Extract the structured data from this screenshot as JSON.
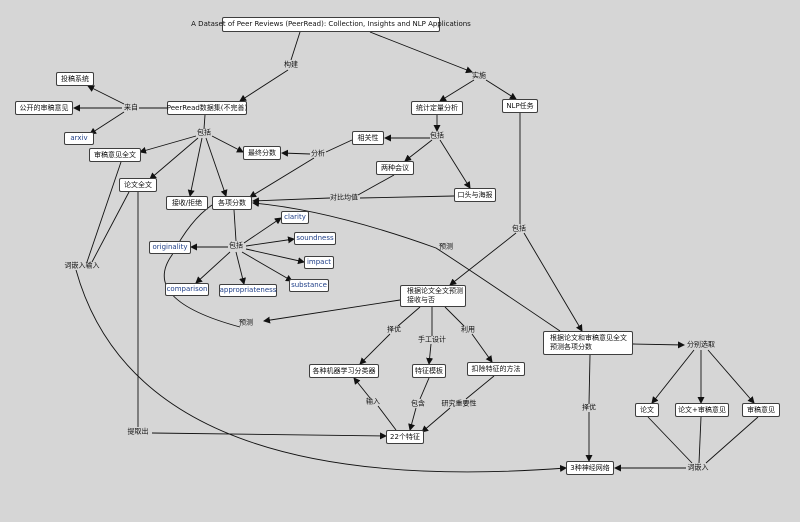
{
  "nodes": {
    "title": "A Dataset of Peer Reviews (PeerRead): Collection, Insights and NLP Applications",
    "peerread": "PeerRead数据集(不完善)",
    "submission_system": "投稿系统",
    "public_reviews": "公开的审稿意见",
    "arxiv": "arxiv",
    "review_fulltext": "审稿意见全文",
    "paper_fulltext": "论文全文",
    "accept_reject": "接收/拒绝",
    "aspect_scores": "各项分数",
    "final_score": "最终分数",
    "stat_analysis": "统计定量分析",
    "nlp_tasks": "NLP任务",
    "correlation": "相关性",
    "two_conferences": "两种会议",
    "oral_poster": "口头与海报",
    "clarity": "clarity",
    "soundness": "soundness",
    "impact": "impact",
    "substance": "substance",
    "originality": "originality",
    "comparison": "comparison",
    "appropriateness": "appropriateness",
    "predict_accept": "根据论文全文预测\n接收与否",
    "predict_aspects": "根据论文和审稿意见全文\n预测各项分数",
    "ml_classifiers": "各种机器学习分类器",
    "feature_templates": "特征模板",
    "ablation": "扣除特征的方法",
    "features22": "22个特征",
    "paper": "论文",
    "paper_review": "论文+审稿意见",
    "review": "审稿意见",
    "nn3": "3种神经网络"
  },
  "labels": {
    "build": "构建",
    "implement": "实施",
    "source": "来自",
    "include1": "包括",
    "analysis": "分析",
    "include2": "包括",
    "contrast": "对比均值",
    "include3": "包括",
    "include4": "包括",
    "predict1": "预测",
    "predict2": "预测",
    "word_embed_input1": "词嵌入输入",
    "prefer1": "择优",
    "manual_design": "手工设计",
    "use": "利用",
    "input": "输入",
    "contain": "包含",
    "study_importance": "研究重要性",
    "extract": "提取出",
    "prefer2": "择优",
    "select_each": "分别选取",
    "word_embed_input2": "词嵌入"
  }
}
